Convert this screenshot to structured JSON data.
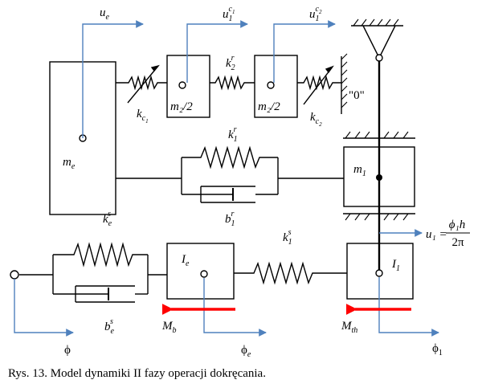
{
  "caption": "Rys. 13. Model dynamiki II fazy operacji dokręcania.",
  "labels": {
    "u_e": {
      "base": "u",
      "sub": "e"
    },
    "u1_c1": {
      "base": "u",
      "sub": "1",
      "sup": "c",
      "supsub": "1"
    },
    "u1_c2": {
      "base": "u",
      "sub": "1",
      "sup": "c",
      "supsub": "2"
    },
    "k_c1": {
      "base": "k",
      "sub": "c",
      "subsub": "1"
    },
    "k_c2": {
      "base": "k",
      "sub": "c",
      "subsub": "2"
    },
    "k2_r": {
      "base": "k",
      "sub": "2",
      "sup": "r"
    },
    "m2_half_a": "m₂/2",
    "m2_half_b": "m₂/2",
    "zero": "\"0\"",
    "m_e": {
      "base": "m",
      "sub": "e"
    },
    "k1_r": {
      "base": "k",
      "sub": "1",
      "sup": "r"
    },
    "m1": {
      "base": "m",
      "sub": "1"
    },
    "b1_r": {
      "base": "b",
      "sub": "1",
      "sup": "r"
    },
    "ke_s": {
      "base": "k",
      "sub": "e",
      "sup": "s"
    },
    "k1_s": {
      "base": "k",
      "sub": "1",
      "sup": "s"
    },
    "I_e": {
      "base": "I",
      "sub": "e"
    },
    "I_1": {
      "base": "I",
      "sub": "1"
    },
    "be_s": {
      "base": "b",
      "sub": "e",
      "sup": "s"
    },
    "M_b": {
      "base": "M",
      "sub": "b"
    },
    "M_th": {
      "base": "M",
      "sub": "th"
    },
    "phi": "ϕ",
    "phi_e": {
      "base": "ϕ",
      "sub": "e"
    },
    "phi_1": {
      "base": "ϕ",
      "sub": "1"
    },
    "u1_formula": {
      "lhs": "u₁ =",
      "num": "ϕ₁h",
      "den": "2π"
    }
  },
  "colors": {
    "arrow_blue": "#4f81bd",
    "torque_red": "#ff0000",
    "line": "#000000"
  }
}
